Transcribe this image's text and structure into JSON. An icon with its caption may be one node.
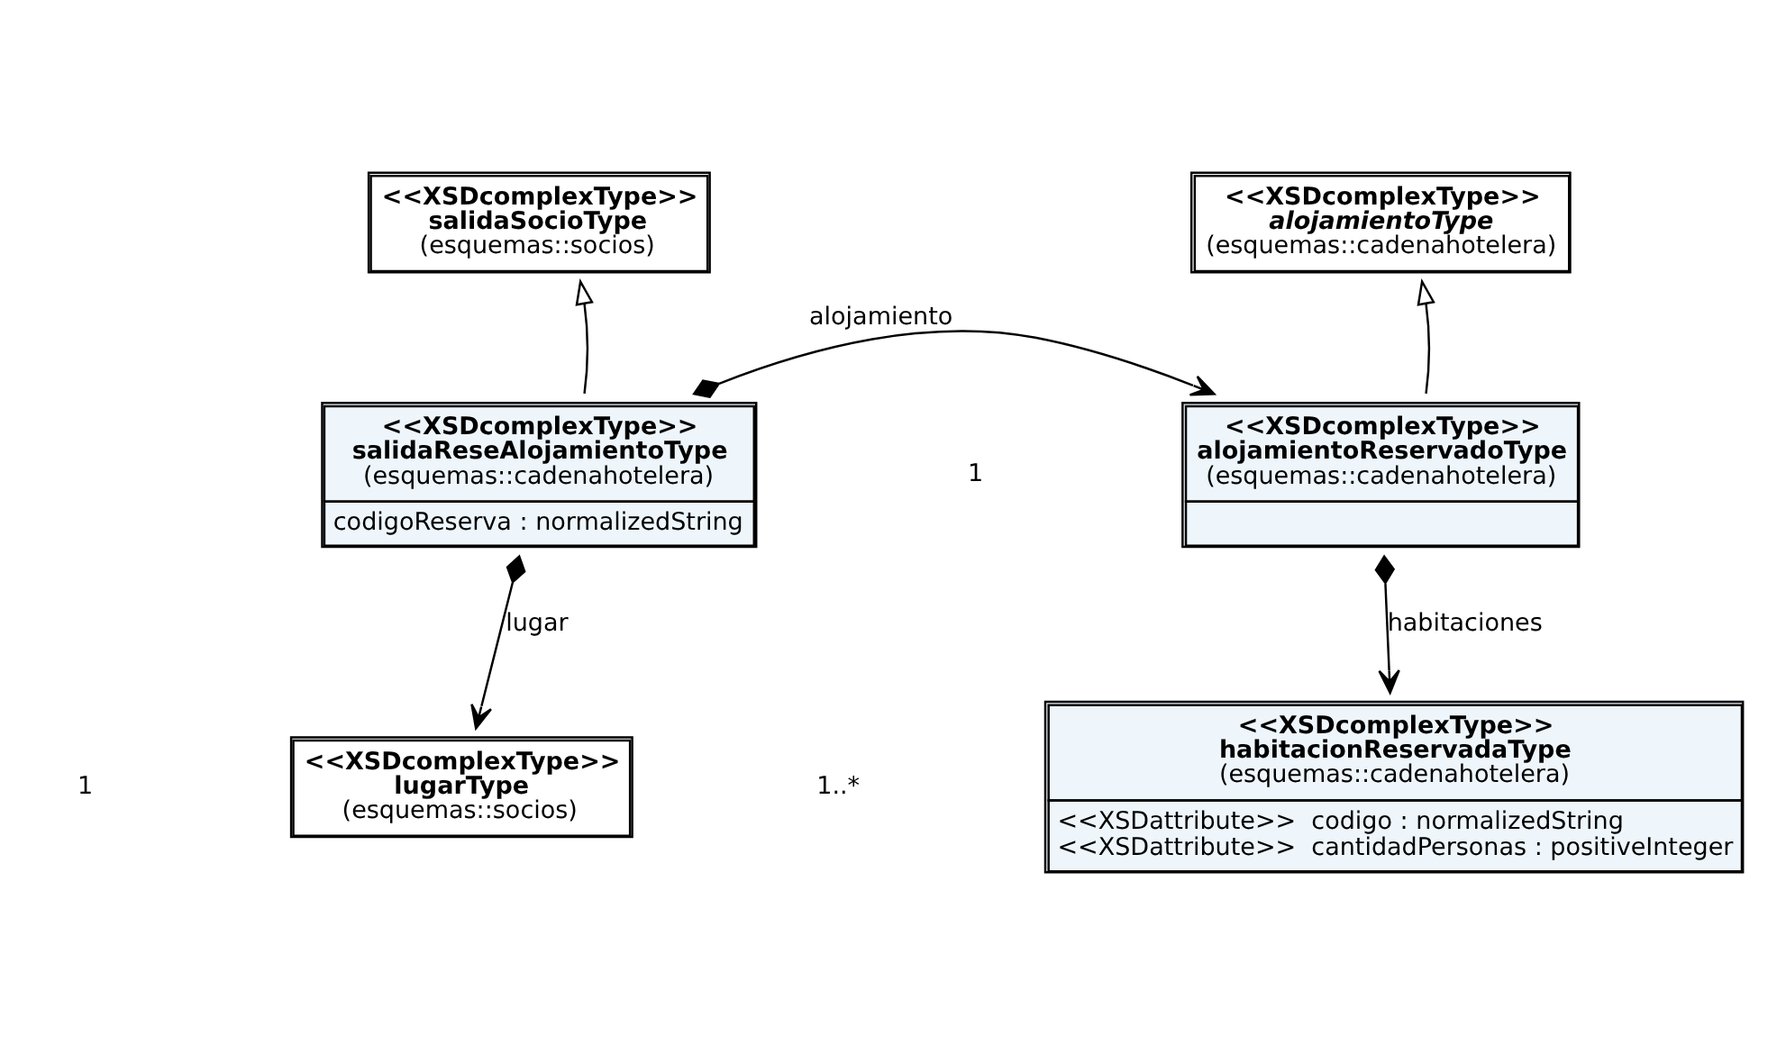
{
  "diagram": {
    "nodes": [
      {
        "text": [
          "<<XSDcomplexType>>",
          "salidaSocioType",
          "(esquemas::socios)"
        ]
      },
      {
        "text": [
          "<<XSDcomplexType>>",
          "alojamientoType",
          "(esquemas::cadenahotelera)"
        ]
      },
      {
        "text": [
          "<<XSDcomplexType>>",
          "salidaReseAlojamientoType",
          "(esquemas::cadenahotelera)",
          "codigoReserva : normalizedString"
        ]
      },
      {
        "text": [
          "<<XSDcomplexType>>",
          "alojamientoReservadoType",
          "(esquemas::cadenahotelera)"
        ]
      },
      {
        "text": [
          "<<XSDcomplexType>>",
          "lugarType",
          "(esquemas::socios)"
        ]
      },
      {
        "text": [
          "<<XSDcomplexType>>",
          "habitacionReservadaType",
          "(esquemas::cadenahotelera)",
          "<<XSDattribute>>  codigo : normalizedString",
          "<<XSDattribute>>  cantidadPersonas : positiveInteger"
        ]
      }
    ],
    "edges": [
      {
        "from": 2,
        "to": 0,
        "arrow": "to"
      },
      {
        "from": 3,
        "to": 1,
        "arrow": "to"
      },
      {
        "from": 2,
        "to": 3,
        "arrow": "to",
        "label": "alojamiento"
      },
      {
        "from": 2,
        "to": 4,
        "arrow": "to",
        "label": "lugar"
      },
      {
        "from": 3,
        "to": 5,
        "arrow": "to",
        "label": "habitaciones"
      }
    ],
    "labels": [
      "1",
      "1..*",
      "1"
    ]
  }
}
